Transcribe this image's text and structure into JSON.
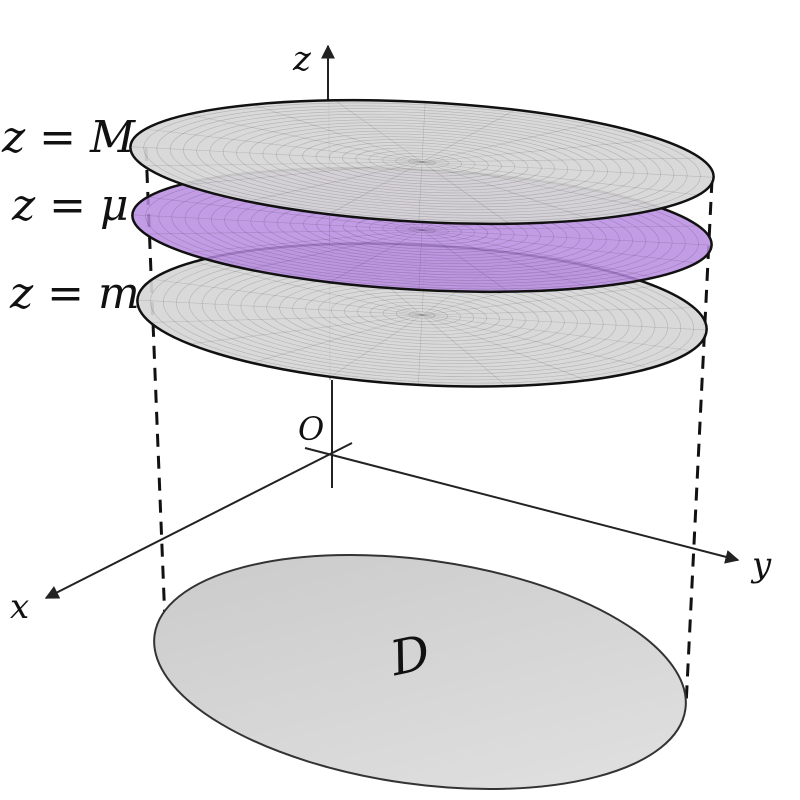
{
  "axes": {
    "x": "x",
    "y": "y",
    "z": "z",
    "origin": "O"
  },
  "planes": {
    "top": "z = M",
    "middle": "z = μ",
    "bottom": "z = m"
  },
  "region": "D",
  "colors": {
    "plane_gray": "#d6d6d6",
    "plane_purple": "#b78be0",
    "region_gray": "#d0d0d0",
    "stroke": "#111111"
  }
}
